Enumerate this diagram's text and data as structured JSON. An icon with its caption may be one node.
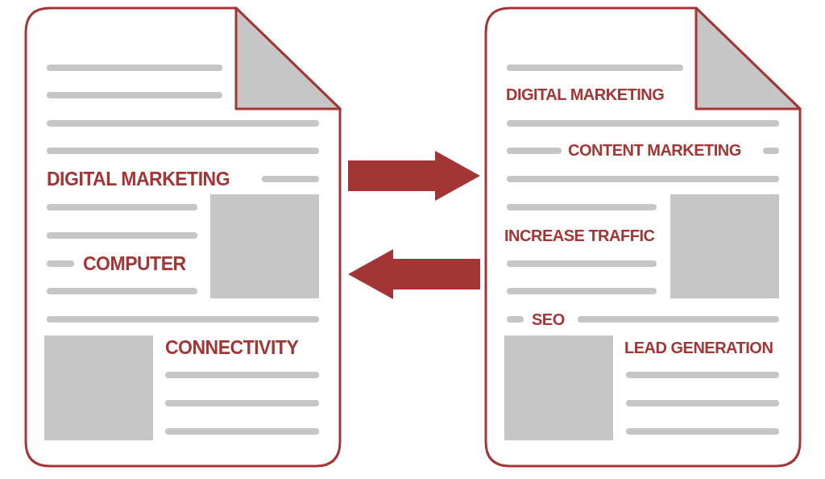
{
  "diagram": {
    "nodes": [
      {
        "text": [
          "DIGITAL MARKETING",
          "COMPUTER",
          "CONNECTIVITY"
        ]
      },
      {
        "text": [
          "DIGITAL MARKETING",
          "CONTENT MARKETING",
          "INCREASE TRAFFIC",
          "SEO",
          "LEAD GENERATION"
        ]
      }
    ],
    "edges": [
      {
        "from": 0,
        "to": 1,
        "arrow": "to"
      },
      {
        "from": 1,
        "to": 0,
        "arrow": "to"
      }
    ]
  }
}
